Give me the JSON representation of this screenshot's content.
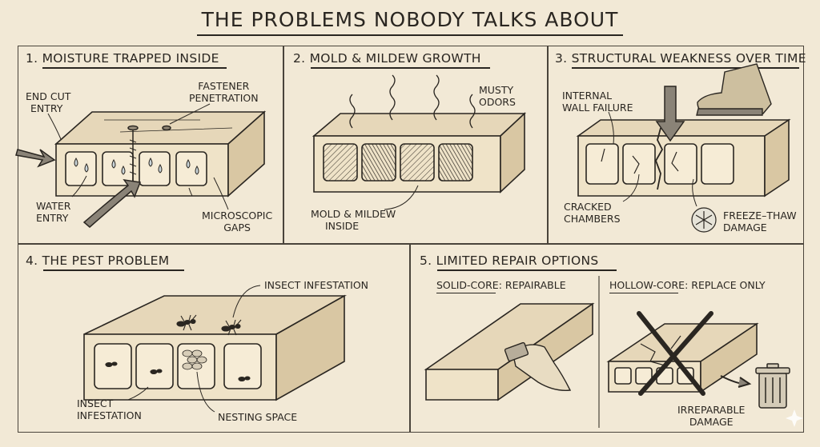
{
  "title": "THE PROBLEMS NOBODY TALKS ABOUT",
  "panels": [
    {
      "title": "1. MOISTURE TRAPPED INSIDE",
      "labels": {
        "end_cut": [
          "END CUT",
          "ENTRY"
        ],
        "fastener": [
          "FASTENER",
          "PENETRATION"
        ],
        "water": [
          "WATER",
          "ENTRY"
        ],
        "gaps": [
          "MICROSCOPIC",
          "GAPS"
        ]
      }
    },
    {
      "title": "2. MOLD & MILDEW GROWTH",
      "labels": {
        "odors": [
          "MUSTY",
          "ODORS"
        ],
        "mold": [
          "MOLD & MILDEW",
          "INSIDE"
        ]
      }
    },
    {
      "title": "3. STRUCTURAL WEAKNESS OVER TIME",
      "labels": {
        "wall": [
          "INTERNAL",
          "WALL FAILURE"
        ],
        "cracked": [
          "CRACKED",
          "CHAMBERS"
        ],
        "freeze": [
          "FREEZE–THAW",
          "DAMAGE"
        ]
      }
    },
    {
      "title": "4. THE PEST PROBLEM",
      "labels": {
        "top": "INSECT INFESTATION",
        "left": [
          "INSECT",
          "INFESTATION"
        ],
        "nesting": "NESTING SPACE"
      }
    },
    {
      "title": "5. LIMITED REPAIR OPTIONS",
      "solid": "SOLID-CORE: REPAIRABLE",
      "hollow": "HOLLOW-CORE: REPLACE ONLY",
      "labels": {
        "damage": [
          "IRREPARABLE",
          "DAMAGE"
        ]
      }
    }
  ],
  "icons": {
    "arrows": "arrow-icon",
    "freeze": "snowflake-icon",
    "trash": "trash-can-icon",
    "boot": "boot-icon",
    "hand": "hand-icon",
    "ants": "ant-icon",
    "cross": "x-mark-icon",
    "sparkle": "sparkle-icon"
  },
  "colors": {
    "background": "#f2e9d6",
    "ink": "#2a2621",
    "wood": "#e6d7b9"
  }
}
